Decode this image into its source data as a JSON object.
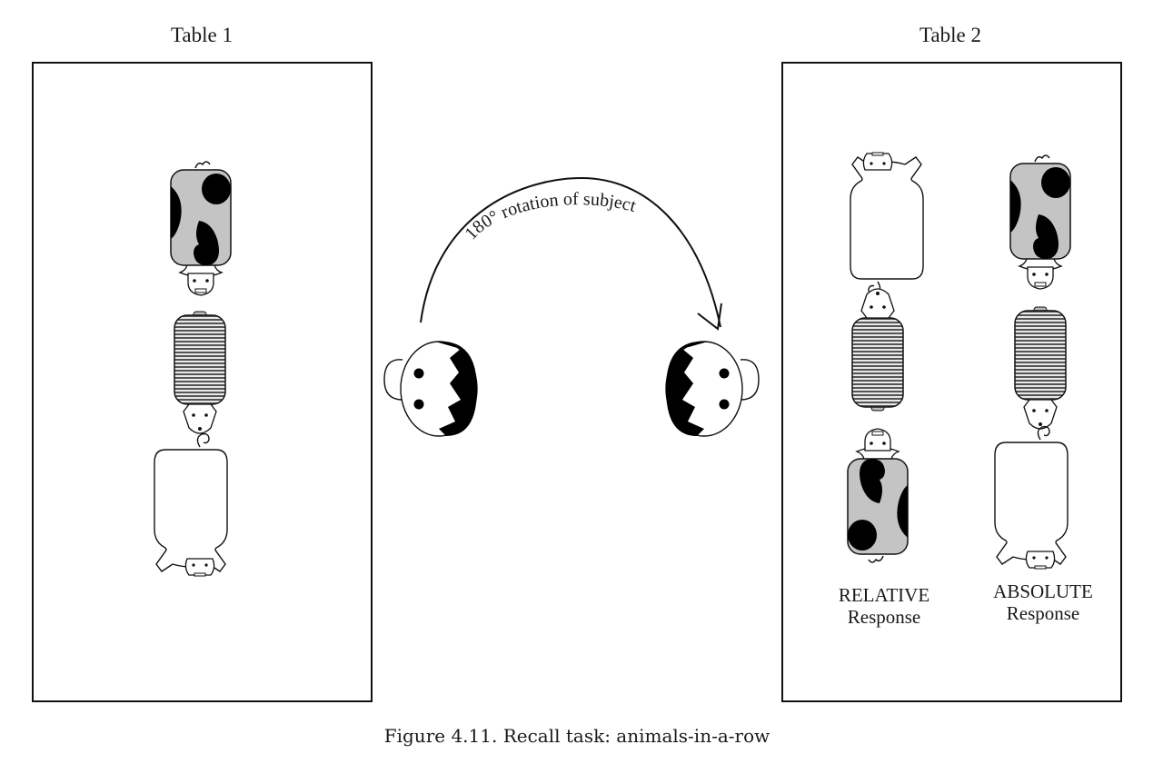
{
  "figure": {
    "table1_label": "Table 1",
    "table2_label": "Table 2",
    "rotation_label": "180° rotation of subject",
    "relative_label": "RELATIVE",
    "relative_sub": "Response",
    "absolute_label": "ABSOLUTE",
    "absolute_sub": "Response",
    "caption": "Figure 4.11.  Recall task: animals-in-a-row"
  },
  "table1": {
    "animals": [
      {
        "type": "cow",
        "pattern": "spotted",
        "facing": "down"
      },
      {
        "type": "pig",
        "pattern": "striped",
        "facing": "down"
      },
      {
        "type": "pig",
        "pattern": "plain",
        "facing": "down"
      }
    ]
  },
  "table2": {
    "relative_column": [
      {
        "type": "pig",
        "pattern": "plain",
        "facing": "up"
      },
      {
        "type": "pig",
        "pattern": "striped",
        "facing": "up"
      },
      {
        "type": "cow",
        "pattern": "spotted",
        "facing": "up"
      }
    ],
    "absolute_column": [
      {
        "type": "cow",
        "pattern": "spotted",
        "facing": "down"
      },
      {
        "type": "pig",
        "pattern": "striped",
        "facing": "down"
      },
      {
        "type": "pig",
        "pattern": "plain",
        "facing": "down"
      }
    ]
  },
  "colors": {
    "spot": "#000000",
    "cow_body": "#c4c4c4",
    "stripe": "#6b6b6b",
    "outline": "#111111"
  }
}
